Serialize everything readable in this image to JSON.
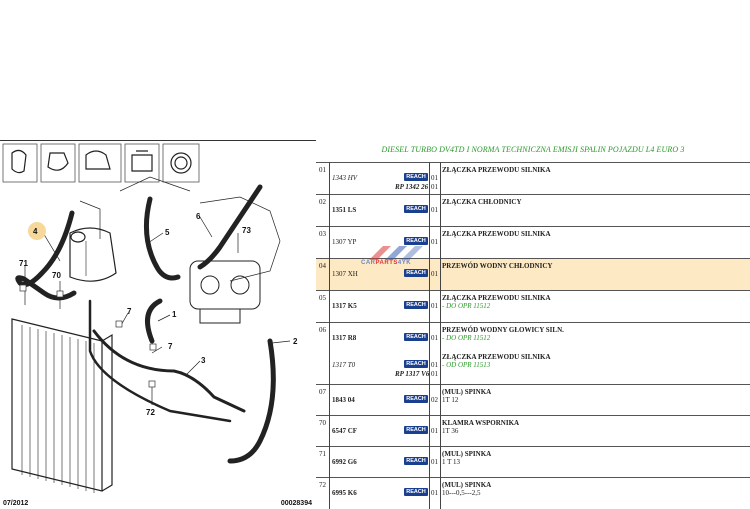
{
  "diagram": {
    "date_code": "07/2012",
    "doc_code": "00028394",
    "callouts": [
      "4",
      "71",
      "70",
      "5",
      "6",
      "73",
      "7",
      "1",
      "7",
      "3",
      "2",
      "72"
    ]
  },
  "parts": {
    "heading": "DIESEL TURBO DV4TD I NORMA TECHNICZNA EMISJI SPALIN POJAZDU L4 EURO 3",
    "reach_label": "REACH",
    "watermark": {
      "part1": "CAR",
      "part2": "PARTS",
      "part3": "4YK"
    },
    "rows": [
      {
        "index": "01",
        "ref": "1343 HV",
        "qty": "01",
        "description": "ZŁĄCZKA PRZEWODU SILNIKA",
        "rp": "RP 1342 26",
        "rp_qty": "01"
      },
      {
        "index": "02",
        "ref": "1351 LS",
        "qty": "01",
        "description": "ZŁĄCZKA CHŁODNICY"
      },
      {
        "index": "03",
        "ref": "1307 YP",
        "qty": "01",
        "description": "ZŁĄCZKA PRZEWODU SILNIKA"
      },
      {
        "index": "04",
        "ref": "1307 XH",
        "qty": "01",
        "description": "PRZEWÓD WODNY CHŁODNICY"
      },
      {
        "index": "05",
        "ref": "1317 K5",
        "qty": "01",
        "description": "ZŁĄCZKA PRZEWODU SILNIKA",
        "note": "- DO OPR 11512"
      },
      {
        "index": "06",
        "ref": "1317 R8",
        "qty": "01",
        "description": "PRZEWÓD WODNY GŁOWICY SILN.",
        "note": "- DO OPR 11512",
        "ref2": "1317 T0",
        "qty2": "01",
        "description2": "ZŁĄCZKA PRZEWODU SILNIKA",
        "note2": "- OD OPR 11513",
        "rp": "RP 1317 V6",
        "rp_qty": "01"
      },
      {
        "index": "07",
        "ref": "1843 04",
        "qty": "02",
        "description": "(MUL) SPINKA",
        "sub": "1T 12"
      },
      {
        "index": "70",
        "ref": "6547 CF",
        "qty": "01",
        "description": "KLAMRA WSPORNIKA",
        "sub": "1T 36"
      },
      {
        "index": "71",
        "ref": "6992 G6",
        "qty": "01",
        "description": "(MUL) SPINKA",
        "sub": "1 T 13"
      },
      {
        "index": "72",
        "ref": "6995 K6",
        "qty": "01",
        "description": "(MUL) SPINKA",
        "sub": "10---0,5---2,5"
      }
    ]
  }
}
